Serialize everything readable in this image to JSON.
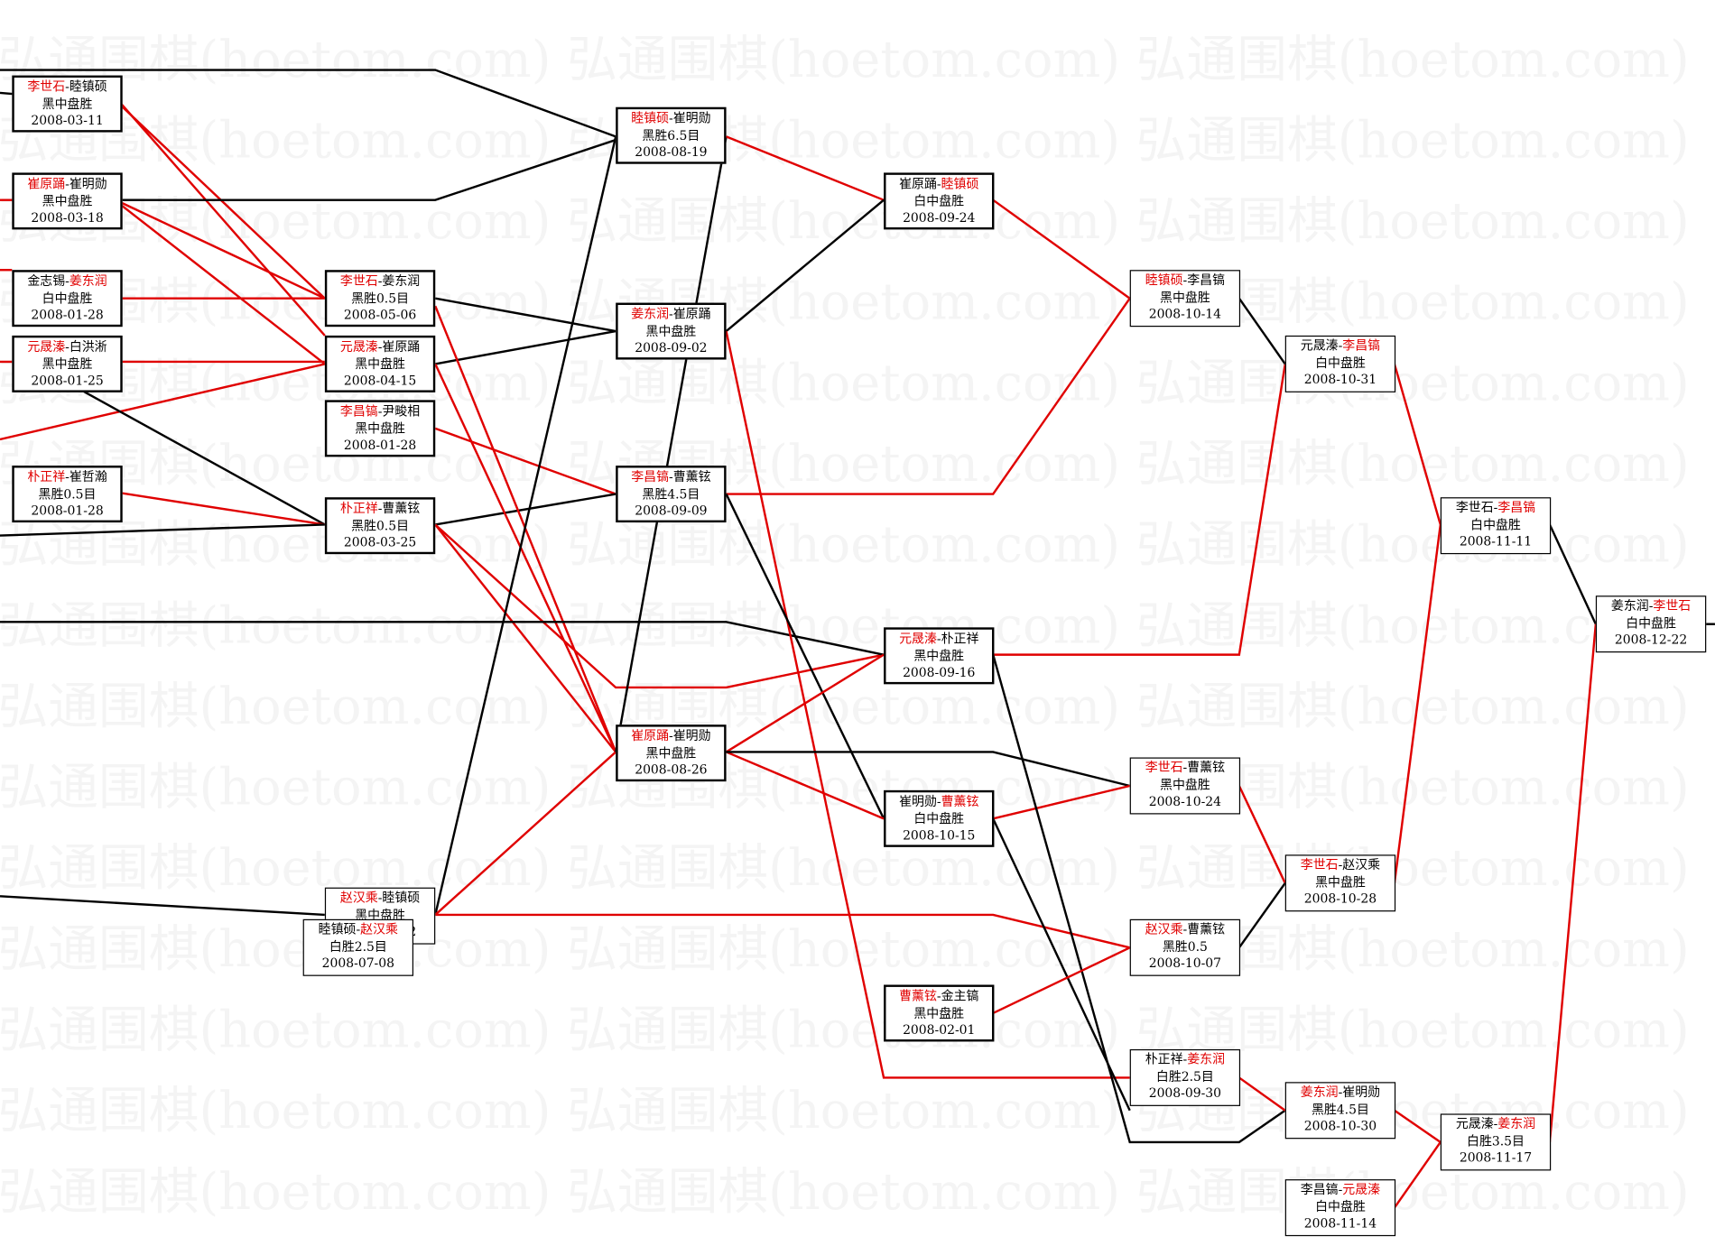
{
  "colors": {
    "win": "#e00000",
    "loss": "#000000",
    "watermark": "#000000"
  },
  "watermark": "弘通围棋(hoetom.com) 弘通围棋(hoetom.com) 弘通围棋(hoetom.com)",
  "games": [
    {
      "id": "g1",
      "p1": "李世石",
      "p2": "睦镇硕",
      "red": 1,
      "result": "黑中盘胜",
      "date": "2008-03-11"
    },
    {
      "id": "g2",
      "p1": "崔原踊",
      "p2": "崔明勋",
      "red": 1,
      "result": "黑中盘胜",
      "date": "2008-03-18"
    },
    {
      "id": "g3",
      "p1": "金志锡",
      "p2": "姜东润",
      "red": 2,
      "result": "白中盘胜",
      "date": "2008-01-28"
    },
    {
      "id": "g4",
      "p1": "元晟溱",
      "p2": "白洪淅",
      "red": 1,
      "result": "黑中盘胜",
      "date": "2008-01-25"
    },
    {
      "id": "g5",
      "p1": "朴正祥",
      "p2": "崔哲瀚",
      "red": 1,
      "result": "黑胜0.5目",
      "date": "2008-01-28"
    },
    {
      "id": "g6",
      "p1": "李世石",
      "p2": "姜东润",
      "red": 1,
      "result": "黑胜0.5目",
      "date": "2008-05-06"
    },
    {
      "id": "g7",
      "p1": "元晟溱",
      "p2": "崔原踊",
      "red": 1,
      "result": "黑中盘胜",
      "date": "2008-04-15"
    },
    {
      "id": "g8",
      "p1": "李昌镐",
      "p2": "尹畯相",
      "red": 1,
      "result": "黑中盘胜",
      "date": "2008-01-28"
    },
    {
      "id": "g9",
      "p1": "朴正祥",
      "p2": "曹薰铉",
      "red": 1,
      "result": "黑胜0.5目",
      "date": "2008-03-25"
    },
    {
      "id": "g10",
      "p1": "赵汉乘",
      "p2": "睦镇硕",
      "red": 1,
      "result": "黑中盘胜",
      "date": "2008-08-12"
    },
    {
      "id": "g11",
      "p1": "睦镇硕",
      "p2": "赵汉乘",
      "red": 2,
      "result": "白胜2.5目",
      "date": "2008-07-08"
    },
    {
      "id": "g12",
      "p1": "睦镇硕",
      "p2": "崔明勋",
      "red": 1,
      "result": "黑胜6.5目",
      "date": "2008-08-19"
    },
    {
      "id": "g13",
      "p1": "姜东润",
      "p2": "崔原踊",
      "red": 1,
      "result": "黑中盘胜",
      "date": "2008-09-02"
    },
    {
      "id": "g14",
      "p1": "李昌镐",
      "p2": "曹薰铉",
      "red": 1,
      "result": "黑胜4.5目",
      "date": "2008-09-09"
    },
    {
      "id": "g15",
      "p1": "崔原踊",
      "p2": "崔明勋",
      "red": 1,
      "result": "黑中盘胜",
      "date": "2008-08-26"
    },
    {
      "id": "g16",
      "p1": "崔原踊",
      "p2": "睦镇硕",
      "red": 2,
      "result": "白中盘胜",
      "date": "2008-09-24"
    },
    {
      "id": "g17",
      "p1": "元晟溱",
      "p2": "朴正祥",
      "red": 1,
      "result": "黑中盘胜",
      "date": "2008-09-16"
    },
    {
      "id": "g18",
      "p1": "崔明勋",
      "p2": "曹薰铉",
      "red": 2,
      "result": "白中盘胜",
      "date": "2008-10-15"
    },
    {
      "id": "g19",
      "p1": "曹薰铉",
      "p2": "金主镐",
      "red": 1,
      "result": "黑中盘胜",
      "date": "2008-02-01"
    },
    {
      "id": "g20",
      "p1": "睦镇硕",
      "p2": "李昌镐",
      "red": 1,
      "result": "黑中盘胜",
      "date": "2008-10-14"
    },
    {
      "id": "g21",
      "p1": "李世石",
      "p2": "曹薰铉",
      "red": 1,
      "result": "黑中盘胜",
      "date": "2008-10-24"
    },
    {
      "id": "g22",
      "p1": "赵汉乘",
      "p2": "曹薰铉",
      "red": 1,
      "result": "黑胜0.5",
      "date": "2008-10-07"
    },
    {
      "id": "g23",
      "p1": "朴正祥",
      "p2": "姜东润",
      "red": 2,
      "result": "白胜2.5目",
      "date": "2008-09-30"
    },
    {
      "id": "g24",
      "p1": "元晟溱",
      "p2": "李昌镐",
      "red": 2,
      "result": "白中盘胜",
      "date": "2008-10-31"
    },
    {
      "id": "g25",
      "p1": "李世石",
      "p2": "赵汉乘",
      "red": 1,
      "result": "黑中盘胜",
      "date": "2008-10-28"
    },
    {
      "id": "g26",
      "p1": "姜东润",
      "p2": "崔明勋",
      "red": 1,
      "result": "黑胜4.5目",
      "date": "2008-10-30"
    },
    {
      "id": "g27",
      "p1": "李昌镐",
      "p2": "元晟溱",
      "red": 2,
      "result": "白中盘胜",
      "date": "2008-11-14"
    },
    {
      "id": "g28",
      "p1": "李世石",
      "p2": "李昌镐",
      "red": 2,
      "result": "白中盘胜",
      "date": "2008-11-11"
    },
    {
      "id": "g29",
      "p1": "元晟溱",
      "p2": "姜东润",
      "red": 2,
      "result": "白胜3.5目",
      "date": "2008-11-17"
    },
    {
      "id": "g30",
      "p1": "姜东润",
      "p2": "李世石",
      "red": 2,
      "result": "白中盘胜",
      "date": "2008-12-22"
    }
  ]
}
